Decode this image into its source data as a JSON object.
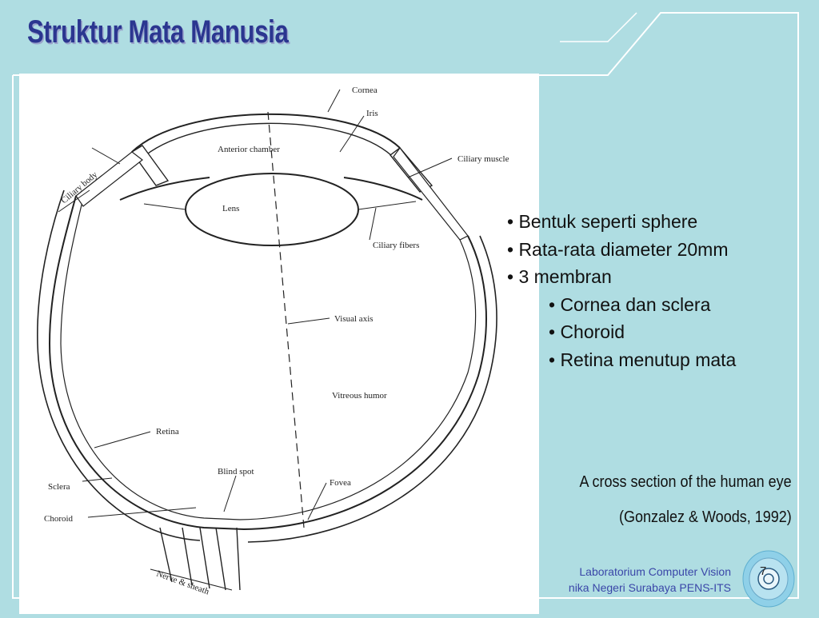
{
  "title": "Struktur Mata Manusia",
  "diagram_labels": {
    "cornea": "Cornea",
    "iris": "Iris",
    "anterior_chamber": "Anterior chamber",
    "ciliary_muscle": "Ciliary muscle",
    "ciliary_body": "Ciliary body",
    "lens": "Lens",
    "ciliary_fibers": "Ciliary fibers",
    "visual_axis": "Visual axis",
    "vitreous_humor": "Vitreous humor",
    "retina": "Retina",
    "blind_spot": "Blind spot",
    "sclera": "Sclera",
    "fovea": "Fovea",
    "choroid": "Choroid",
    "nerve_sheath": "Nerve & sheath"
  },
  "bullets": [
    "• Bentuk seperti sphere",
    "• Rata-rata diameter 20mm",
    "• 3 membran"
  ],
  "sub_bullets": [
    "• Cornea dan sclera",
    "• Choroid",
    "• Retina menutup mata"
  ],
  "caption": "A cross section of the human eye",
  "citation": "(Gonzalez & Woods, 1992)",
  "footer": {
    "line1": "Laboratorium Computer Vision",
    "line2": "nika Negeri Surabaya PENS-ITS"
  },
  "page_number": "7",
  "colors": {
    "background": "#afdde2",
    "title": "#2b3690",
    "footer": "#3a46a8",
    "frame": "#ffffff"
  }
}
